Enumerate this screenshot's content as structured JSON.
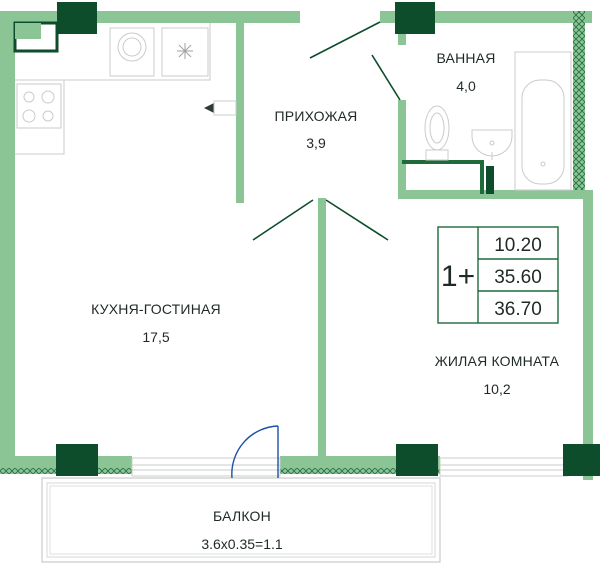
{
  "colors": {
    "wall": "#8bc495",
    "column": "#0d4d2b",
    "hatch": "#1e6a3b",
    "fixture": "#c9ccca",
    "text": "#1f2a24"
  },
  "rooms": {
    "bath": {
      "label": "ВАННАЯ",
      "area": "4,0"
    },
    "hall": {
      "label": "ПРИХОЖАЯ",
      "area": "3,9"
    },
    "kitchen": {
      "label": "КУХНЯ-ГОСТИНАЯ",
      "area": "17,5"
    },
    "living": {
      "label": "ЖИЛАЯ КОМНАТА",
      "area": "10,2"
    },
    "balcony": {
      "label": "БАЛКОН",
      "area": "3.6x0.35=1.1"
    }
  },
  "summary": {
    "type": "1+",
    "living_area": "10.20",
    "total_area": "35.60",
    "area_with_balcony": "36.70"
  },
  "icons": [
    "washer-icon",
    "fridge-icon",
    "stove-icon",
    "hood-icon",
    "toilet-icon",
    "sink-icon",
    "bathtub-icon",
    "door-swing-icon"
  ]
}
